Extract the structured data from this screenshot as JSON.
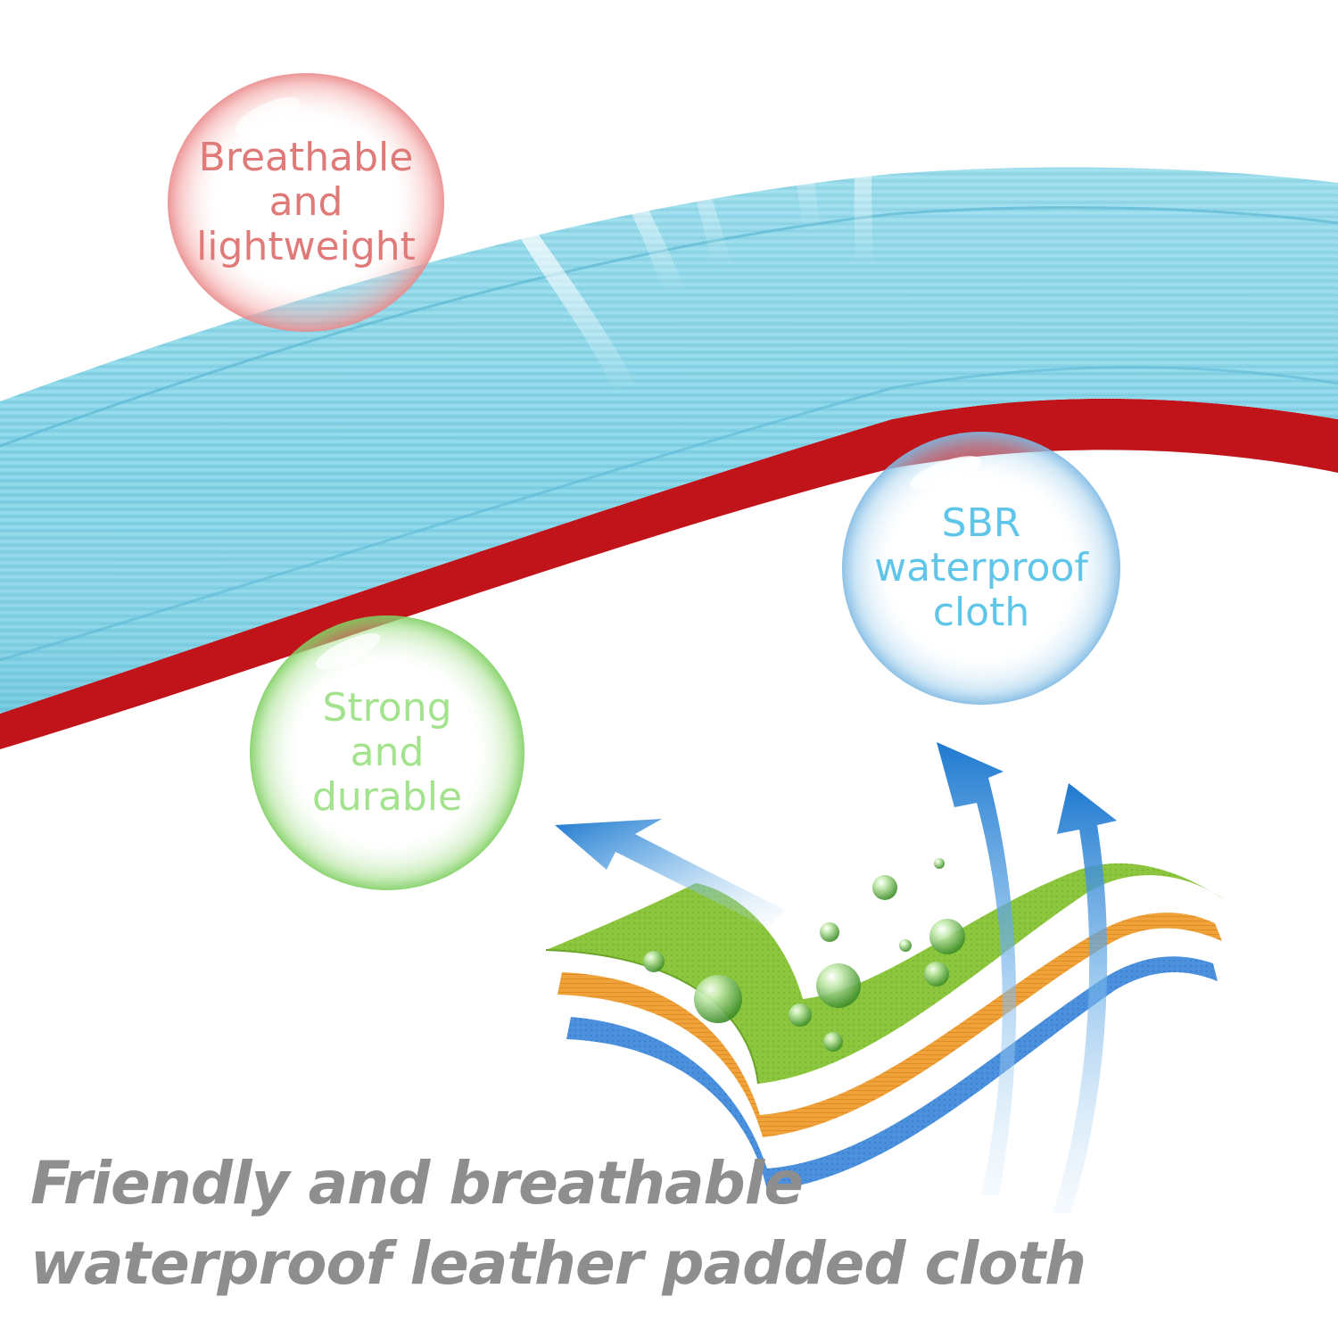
{
  "bubbles": {
    "breathable": {
      "lines": [
        "Breathable",
        "and",
        "lightweight"
      ]
    },
    "sbr": {
      "lines": [
        "SBR",
        "waterproof",
        "cloth"
      ]
    },
    "strong": {
      "lines": [
        "Strong",
        "and",
        "durable"
      ]
    }
  },
  "headline": {
    "line1": "Friendly and breathable",
    "line2": "waterproof leather padded cloth"
  },
  "colors": {
    "fabric_blue": "#7fd2e6",
    "backing_red": "#c0141a",
    "layer_green": "#8cc63e",
    "layer_orange": "#f0a23a",
    "layer_blue": "#3a86d8",
    "arrow_blue": "#2f86d6",
    "breathable_text": "#e07a78",
    "sbr_text": "#5fc6ea",
    "strong_text": "#a4e38e",
    "headline_text": "#8e8e8e"
  }
}
